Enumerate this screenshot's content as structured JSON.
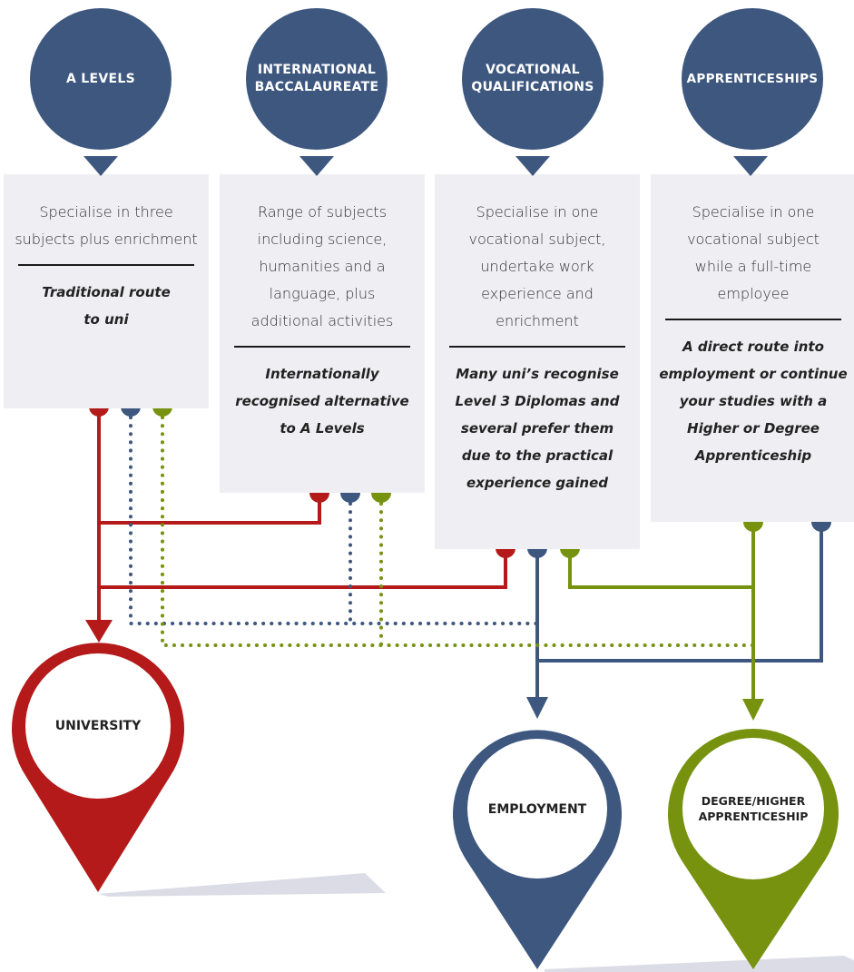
{
  "title": "",
  "routes": [
    {
      "name": "A LEVELS",
      "description": "Specialise in three subjects plus enrichment",
      "note": "Traditional route to uni"
    },
    {
      "name": "INTERNATIONAL BACCALAUREATE",
      "description": "Range of subjects including science, humanities and a language, plus additional activities",
      "note": "Internationally recognised alternative to A Levels"
    },
    {
      "name": "VOCATIONAL QUALIFICATIONS",
      "description": "Specialise in one vocational subject, undertake work experience and enrichment",
      "note": "Many uni’s recognise Level 3 Diplomas and several prefer them due to the practical experience gained"
    },
    {
      "name": "APPRENTICESHIPS",
      "description": "Specialise in one vocational subject while a full-time employee",
      "note": "A direct route into employment or continue your studies with a Higher or Degree Apprenticeship"
    }
  ],
  "destinations": [
    {
      "name": "UNIVERSITY",
      "color": "#b41a1a"
    },
    {
      "name": "EMPLOYMENT",
      "color": "#3e577f"
    },
    {
      "name": "DEGREE/HIGHER APPRENTICESHIP",
      "color": "#76920f"
    }
  ],
  "colors": {
    "route_circle": "#3e577f",
    "box_background": "#efeff3",
    "university": "#b41a1a",
    "employment": "#3e577f",
    "apprenticeship": "#76920f"
  },
  "connections": [
    {
      "from": "A LEVELS",
      "to": "UNIVERSITY",
      "line": "solid"
    },
    {
      "from": "A LEVELS",
      "to": "EMPLOYMENT",
      "line": "dotted"
    },
    {
      "from": "A LEVELS",
      "to": "DEGREE/HIGHER APPRENTICESHIP",
      "line": "dotted"
    },
    {
      "from": "INTERNATIONAL BACCALAUREATE",
      "to": "UNIVERSITY",
      "line": "solid"
    },
    {
      "from": "INTERNATIONAL BACCALAUREATE",
      "to": "EMPLOYMENT",
      "line": "dotted"
    },
    {
      "from": "INTERNATIONAL BACCALAUREATE",
      "to": "DEGREE/HIGHER APPRENTICESHIP",
      "line": "dotted"
    },
    {
      "from": "VOCATIONAL QUALIFICATIONS",
      "to": "UNIVERSITY",
      "line": "solid"
    },
    {
      "from": "VOCATIONAL QUALIFICATIONS",
      "to": "EMPLOYMENT",
      "line": "solid"
    },
    {
      "from": "VOCATIONAL QUALIFICATIONS",
      "to": "DEGREE/HIGHER APPRENTICESHIP",
      "line": "solid"
    },
    {
      "from": "APPRENTICESHIPS",
      "to": "EMPLOYMENT",
      "line": "solid"
    },
    {
      "from": "APPRENTICESHIPS",
      "to": "DEGREE/HIGHER APPRENTICESHIP",
      "line": "solid"
    }
  ]
}
